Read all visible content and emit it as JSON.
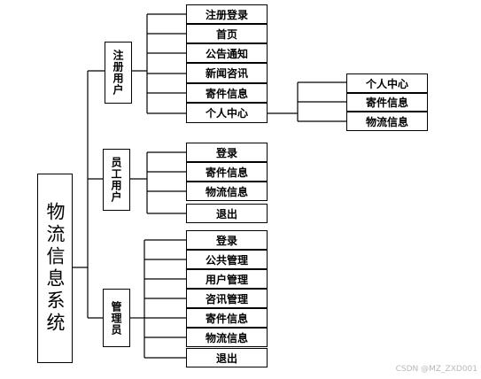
{
  "root": {
    "label": "物流信息系统"
  },
  "branches": [
    {
      "label": "注册用户",
      "items": [
        "注册登录",
        "首页",
        "公告通知",
        "新闻咨讯",
        "寄件信息",
        "个人中心"
      ],
      "sub": {
        "parent_index": 5,
        "items": [
          "个人中心",
          "寄件信息",
          "物流信息"
        ]
      }
    },
    {
      "label": "员工用户",
      "items": [
        "登录",
        "寄件信息",
        "物流信息",
        "退出"
      ]
    },
    {
      "label": "管理员",
      "items": [
        "登录",
        "公共管理",
        "用户管理",
        "咨讯管理",
        "寄件信息",
        "物流信息",
        "退出"
      ]
    }
  ],
  "watermark": "CSDN @MZ_ZXD001"
}
